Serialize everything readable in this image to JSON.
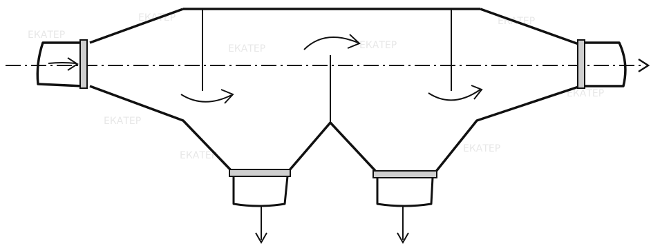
{
  "diagram": {
    "type": "technical-line-drawing",
    "subject": "dual-hopper separator with inlet and outlet flanges",
    "colors": {
      "line": "#111111",
      "flange_fill": "#cfcfcf",
      "background": "#ffffff",
      "watermark": "#d8d8d8"
    },
    "watermark_text": "ЕКАТЕР"
  }
}
